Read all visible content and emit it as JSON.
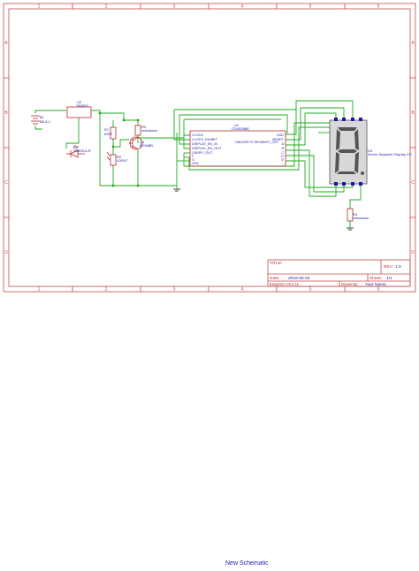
{
  "sheet": {
    "border_color": "#c24a4a",
    "wire_color": "#21a821",
    "comp_color": "#b52b2b",
    "label_color": "#1a1aaa",
    "col_labels_top": [
      "1",
      "2",
      "3",
      "4",
      "5",
      "6"
    ],
    "col_labels_bottom": [
      "1",
      "2",
      "3",
      "4",
      "5",
      "6"
    ],
    "row_labels_left": [
      "A",
      "B",
      "C",
      "D"
    ],
    "row_labels_right": [
      "A",
      "B",
      "C",
      "D"
    ]
  },
  "components": {
    "b1": {
      "ref": "B1",
      "value": "B6-8-1"
    },
    "u2": {
      "ref": "U2",
      "value": "7805DT"
    },
    "d2": {
      "ref": "D2",
      "value": "R0805 A-R"
    },
    "r1": {
      "ref": "R1",
      "value": "10KR"
    },
    "r2": {
      "ref": "R2",
      "value": "LDR07"
    },
    "r3": {
      "ref": "R3",
      "value": "resistance"
    },
    "q1": {
      "ref": "Q1",
      "value": "BC548B"
    },
    "u1": {
      "ref": "U1",
      "value": "CD4026BE",
      "subtitle": "UNIGATE?C\"SEGMENT_OUT",
      "left_pins": [
        "CLOCK",
        "CLOCK_INHIBIT",
        "DISPLAY_EN_IN",
        "DISPLAY_EN_OUT",
        "CARRY_OUT",
        "F",
        "G",
        "VSS"
      ],
      "right_pins": [
        "VDD",
        "RESET",
        "A",
        "B",
        "C",
        "D",
        "E",
        "..."
      ]
    },
    "u3": {
      "ref": "U3",
      "value": "Seven Segment Display CC"
    },
    "r4": {
      "ref": "R4",
      "value": "resistance"
    }
  },
  "title_block": {
    "title_label": "TITLE:",
    "rev_label": "REV:",
    "rev_value": "1.0",
    "date_label": "Date:",
    "date_value": "2018-05-02",
    "sheet_label": "Sheet:",
    "sheet_value": "1/1",
    "tool": "EasyEDA V5.4.11",
    "drawn_label": "Drawn By:",
    "drawn_value": "Your Name"
  },
  "footer": {
    "tab_label": "New Schematic"
  }
}
